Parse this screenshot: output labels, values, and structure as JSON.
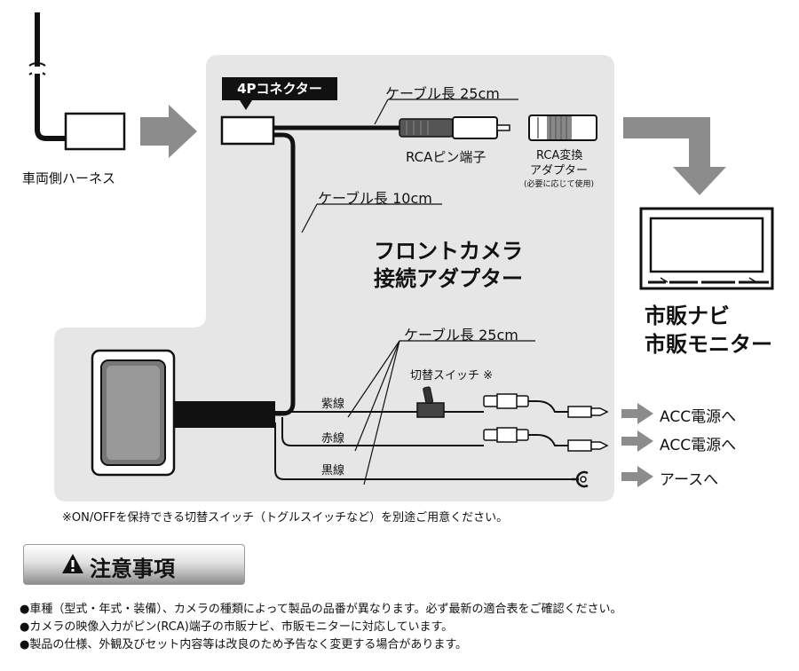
{
  "diagram": {
    "harness_label": "車両側ハーネス",
    "connector_tag": "4Pコネクター",
    "cable_top": "ケーブル長 25cm",
    "cable_mid": "ケーブル長 10cm",
    "cable_bottom": "ケーブル長 25cm",
    "rca_pin": "RCAピン端子",
    "rca_adapter_line1": "RCA変換",
    "rca_adapter_line2": "アダプター",
    "rca_adapter_note": "(必要に応じて使用)",
    "product_line1": "フロントカメラ",
    "product_line2": "接続アダプター",
    "target_line1": "市販ナビ",
    "target_line2": "市販モニター",
    "switch_label": "切替スイッチ ※",
    "wire_purple": "紫線",
    "wire_red": "赤線",
    "wire_black": "黒線",
    "acc1": "ACC電源へ",
    "acc2": "ACC電源へ",
    "earth": "アースへ"
  },
  "switch_note": "※ON/OFFを保持できる切替スイッチ（トグルスイッチなど）を別途ご用意ください。",
  "caution": {
    "title": "注意事項",
    "icon": "warning-triangle-icon",
    "items": [
      "●車種（型式・年式・装備）、カメラの種類によって製品の品番が異なります。必ず最新の適合表をご確認ください。",
      "●カメラの映像入力がピン(RCA)端子の市販ナビ、市販モニターに対応しています。",
      "●製品の仕様、外観及びセット内容等は改良のため予告なく変更する場合があります。"
    ]
  },
  "colors": {
    "panel": "#e6e6e6",
    "arrow": "#8c8c8c",
    "cable": "#111111"
  }
}
